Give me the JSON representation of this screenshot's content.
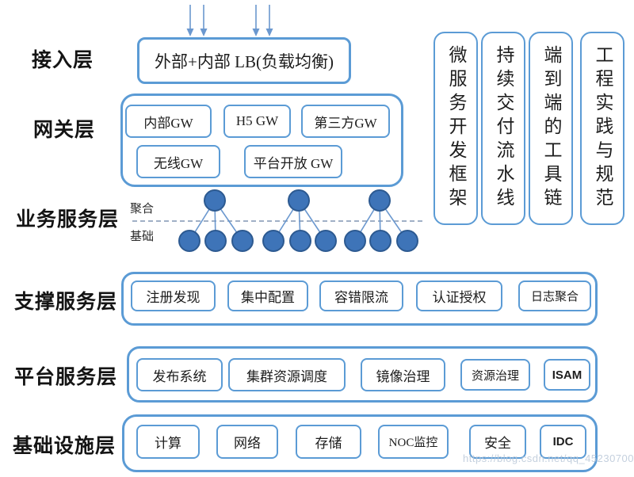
{
  "colors": {
    "border-blue": "#5b9bd5",
    "edge-blue": "#6b98cf",
    "node-fill": "#3e74b8",
    "node-stroke": "#2d5a91",
    "dash-color": "#8096b3",
    "watermark": "#b6c5d6"
  },
  "layers": {
    "access": {
      "label": "接入层",
      "lb_box": "外部+内部 LB(负载均衡)",
      "incoming_arrow_count": 4
    },
    "gateway": {
      "label": "网关层",
      "row1": [
        "内部GW",
        "H5 GW",
        "第三方GW"
      ],
      "row2": [
        "无线GW",
        "平台开放 GW"
      ]
    },
    "business": {
      "label": "业务服务层",
      "aggregate_label": "聚合",
      "basic_label": "基础",
      "aggregate_nodes": 3,
      "basic_nodes_per_aggregate": 3
    },
    "support": {
      "label": "支撑服务层",
      "items": [
        "注册发现",
        "集中配置",
        "容错限流",
        "认证授权",
        "日志聚合"
      ]
    },
    "platform": {
      "label": "平台服务层",
      "items": [
        "发布系统",
        "集群资源调度",
        "镜像治理",
        "资源治理",
        "ISAM"
      ]
    },
    "infrastructure": {
      "label": "基础设施层",
      "items": [
        "计算",
        "网络",
        "存储",
        "NOC监控",
        "安全",
        "IDC"
      ]
    }
  },
  "pillars": [
    {
      "label": "微服务开发框架"
    },
    {
      "label": "持续交付流水线"
    },
    {
      "label": "端到端的工具链"
    },
    {
      "label": "工程实践与规范"
    }
  ],
  "watermark": "https://blog.csdn.net/qq_45230700"
}
